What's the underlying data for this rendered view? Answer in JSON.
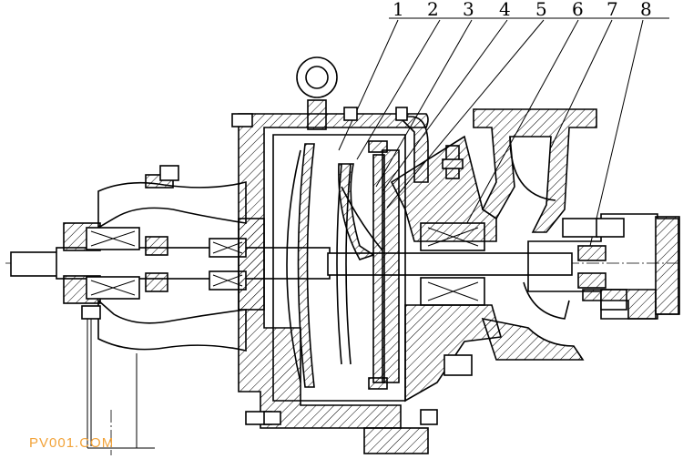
{
  "drawing": {
    "callouts": [
      "1",
      "2",
      "3",
      "4",
      "5",
      "6",
      "7",
      "8"
    ]
  },
  "watermark": "PV001.COM",
  "colors": {
    "line": "#000000",
    "background": "#ffffff",
    "watermark": "#f2a33a"
  }
}
